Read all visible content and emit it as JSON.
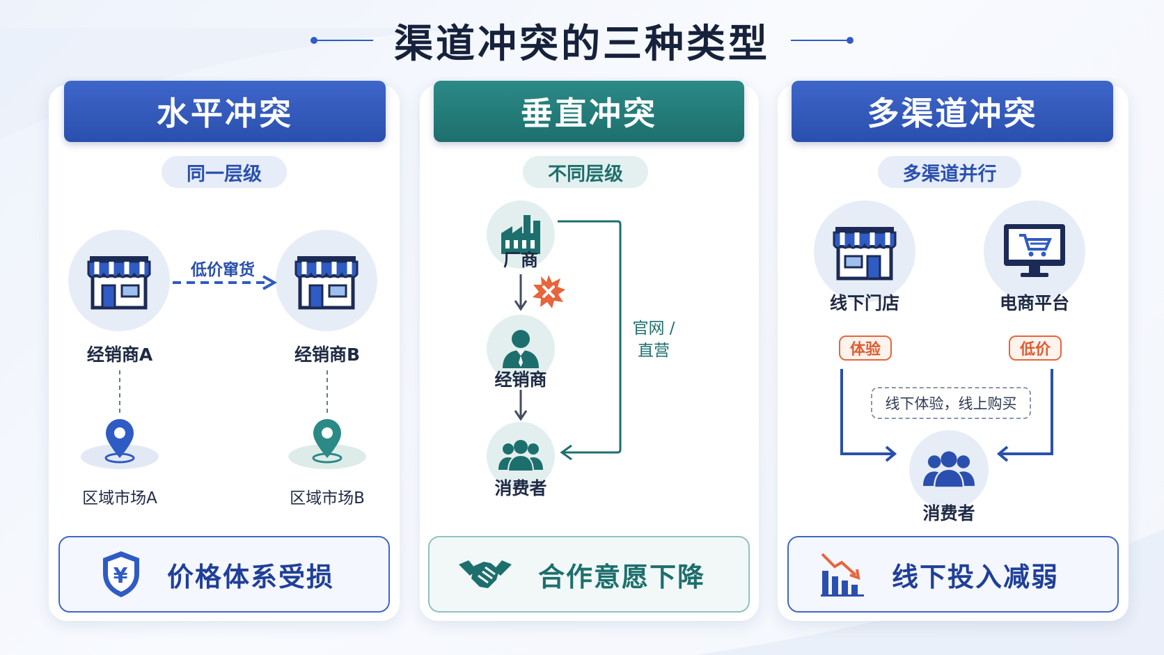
{
  "title": "渠道冲突的三种类型",
  "colors": {
    "blue": "#2a4fae",
    "teal": "#1d6f6d",
    "accent": "#e05a2e",
    "bg": "#f3f6fc"
  },
  "panels": [
    {
      "heading": "水平冲突",
      "pill": "同一层级",
      "arrow_label": "低价窜货",
      "dealer_a": "经销商A",
      "dealer_b": "经销商B",
      "market_a": "区域市场A",
      "market_b": "区域市场B",
      "bottom": "价格体系受损",
      "icons": [
        "store-icon",
        "store-icon",
        "location-pin-icon",
        "location-pin-icon",
        "shield-yen-icon"
      ]
    },
    {
      "heading": "垂直冲突",
      "pill": "不同层级",
      "manufacturer": "厂商",
      "dealer": "经销商",
      "consumer": "消费者",
      "direct_label_1": "官网 /",
      "direct_label_2": "直营",
      "bottom": "合作意愿下降",
      "icons": [
        "factory-icon",
        "conflict-burst-icon",
        "businessman-icon",
        "group-icon",
        "handshake-icon"
      ]
    },
    {
      "heading": "多渠道冲突",
      "pill": "多渠道并行",
      "offline": "线下门店",
      "online": "电商平台",
      "offline_tag": "体验",
      "online_tag": "低价",
      "note": "线下体验，线上购买",
      "consumer": "消费者",
      "bottom": "线下投入减弱",
      "icons": [
        "store-icon",
        "computer-cart-icon",
        "group-icon",
        "declining-chart-icon"
      ]
    }
  ]
}
